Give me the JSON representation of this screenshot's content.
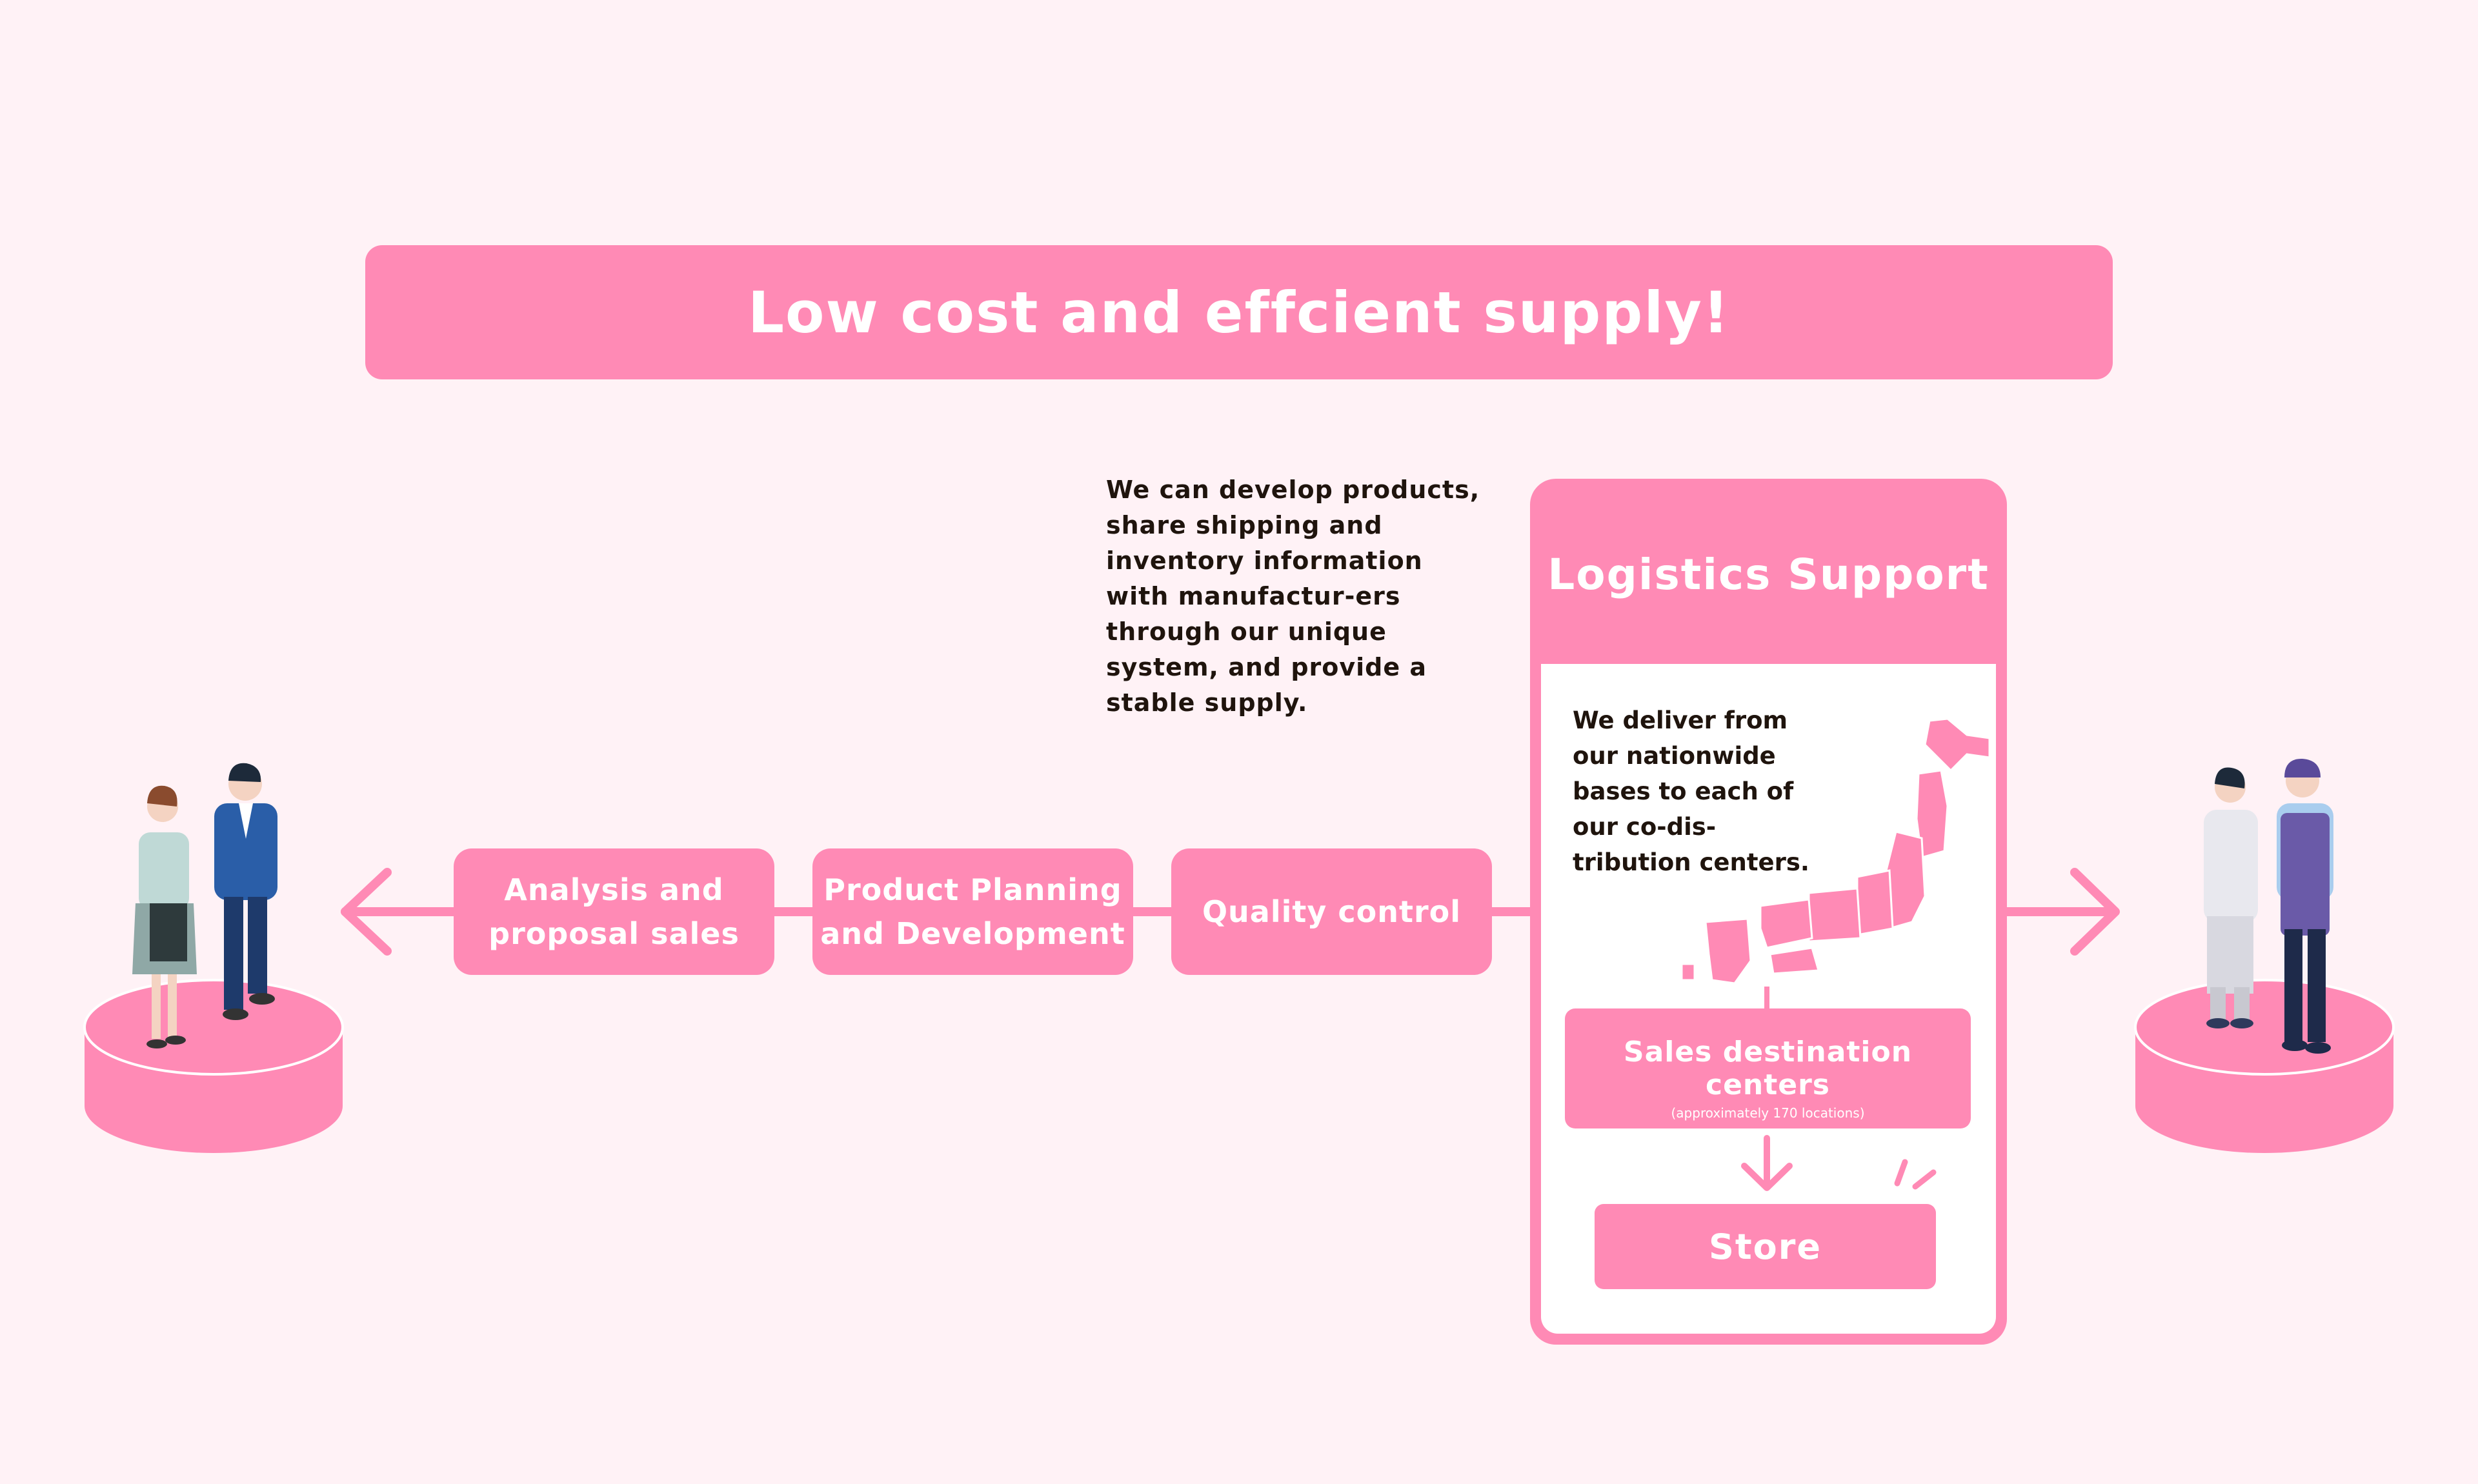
{
  "banner": {
    "title": "Low cost and effcient supply!"
  },
  "steps": [
    {
      "label": "Analysis and\nproposal sales"
    },
    {
      "label": "Product Planning\nand Development"
    },
    {
      "label": "Quality control"
    }
  ],
  "description": "We can develop products, share shipping and inventory information with manufactur-ers through our unique system, and provide a stable supply.",
  "logistics": {
    "title": "Logistics Support",
    "text": "We deliver from our nationwide bases to each of our co-dis-tribution centers.",
    "sales_centers": {
      "title": "Sales destination centers",
      "subtitle": "(approximately 170 locations)"
    },
    "store": "Store"
  },
  "colors": {
    "accent": "#ff8ab5",
    "background": "#fff2f6",
    "text": "#1f140d"
  }
}
